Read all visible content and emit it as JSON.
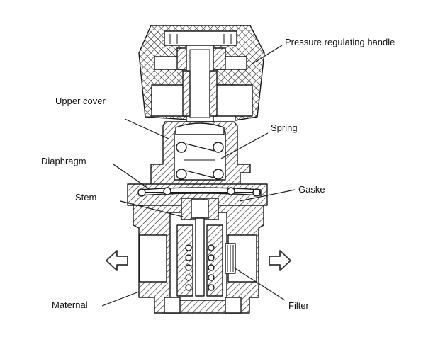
{
  "labels": {
    "handle": "Pressure regulating handle",
    "upper_cover": "Upper cover",
    "spring": "Spring",
    "diaphragm": "Diaphragm",
    "gasket": "Gaske",
    "stem": "Stem",
    "material": "Maternal",
    "filter": "Filter"
  },
  "colors": {
    "line": "#1a1a1a",
    "background": "#ffffff"
  },
  "icons": {
    "flow_left": "hollow-arrow-left",
    "flow_right": "hollow-arrow-right"
  }
}
